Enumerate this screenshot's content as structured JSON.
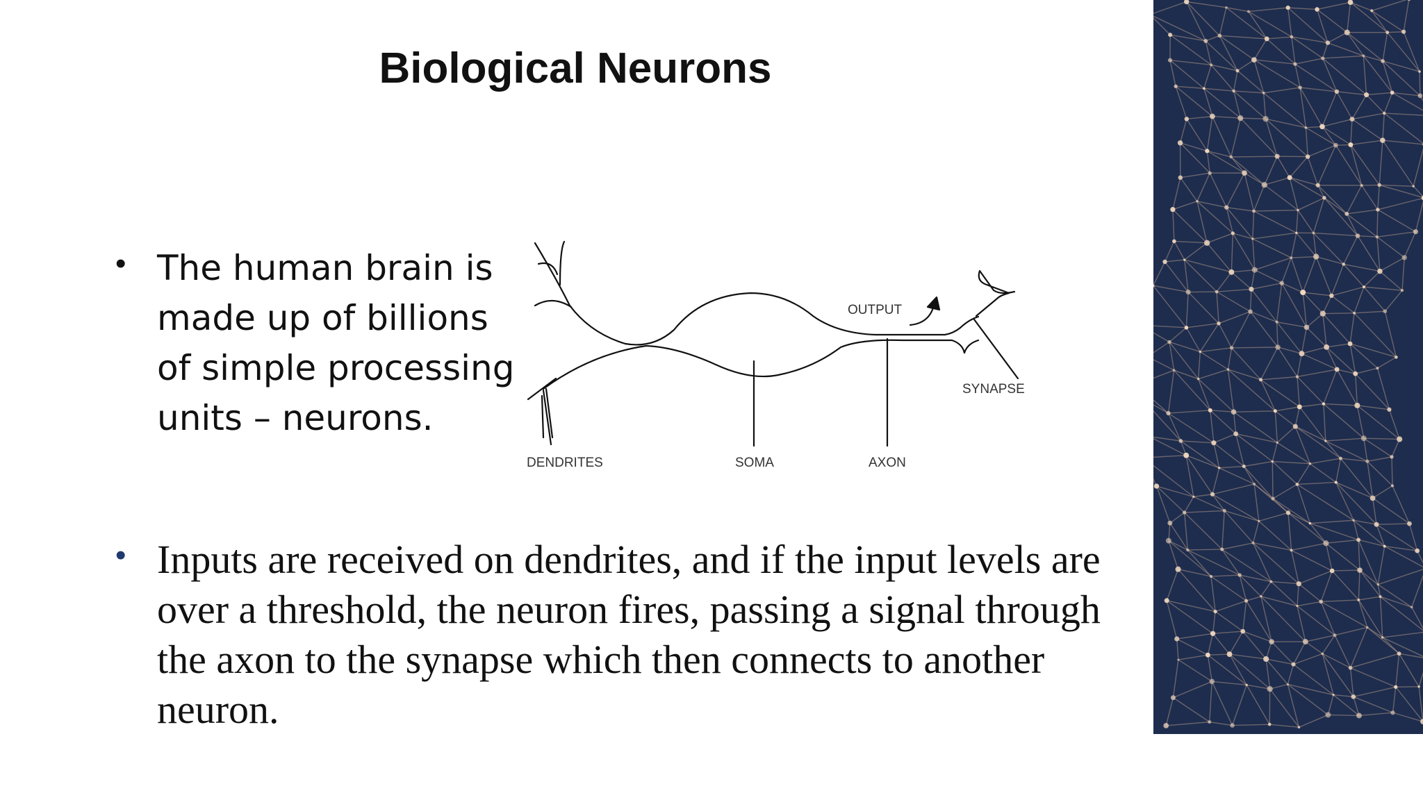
{
  "slide": {
    "title": "Biological Neurons",
    "bullets": [
      "The human brain is made up of billions of simple processing units – neurons.",
      "Inputs are received on dendrites, and if the input levels are over a threshold, the neuron fires, passing a signal through the axon to the synapse which then connects to another neuron."
    ],
    "bullet_marker": "•",
    "bullet2_color": "#1f3a6e"
  },
  "diagram": {
    "labels": {
      "dendrites": "DENDRITES",
      "soma": "SOMA",
      "axon": "AXON",
      "output": "OUTPUT",
      "synapse": "SYNAPSE"
    }
  },
  "decor": {
    "background_color": "#1e2d4e",
    "node_color": "#e8c9b0"
  }
}
